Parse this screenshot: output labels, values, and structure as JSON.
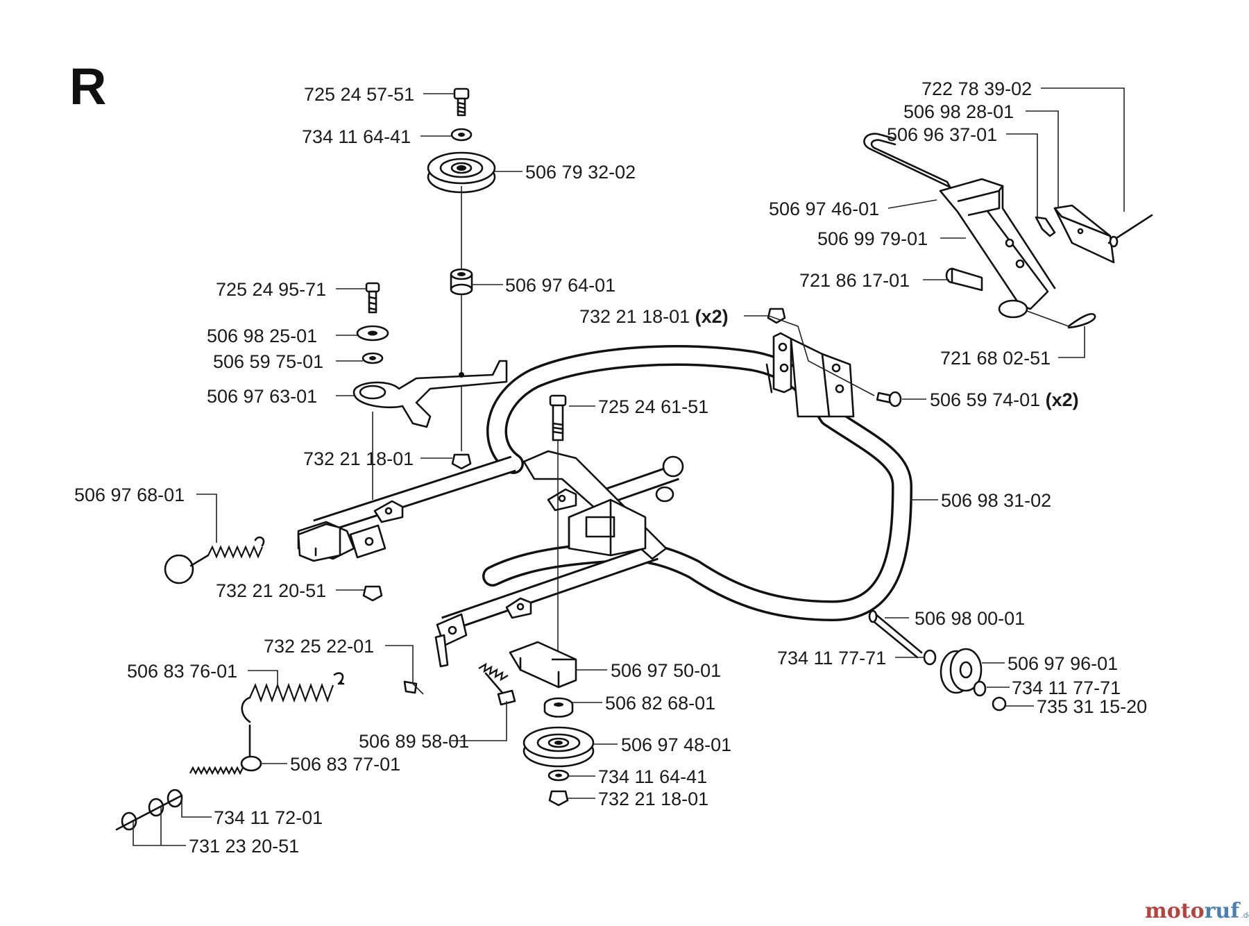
{
  "diagram": {
    "section_letter": "R",
    "labels": [
      {
        "id": "l01",
        "text": "725 24 57-51"
      },
      {
        "id": "l02",
        "text": "734 11 64-41"
      },
      {
        "id": "l03",
        "text": "506 79 32-02"
      },
      {
        "id": "l04",
        "text": "506 97 64-01"
      },
      {
        "id": "l05",
        "text": "725 24 95-71"
      },
      {
        "id": "l06",
        "text": "506 98 25-01"
      },
      {
        "id": "l07",
        "text": "506 59 75-01"
      },
      {
        "id": "l08",
        "text": "506 97 63-01"
      },
      {
        "id": "l09",
        "text": "732 21 18-01"
      },
      {
        "id": "l10",
        "text": "506 97 68-01"
      },
      {
        "id": "l11",
        "text": "732 21 20-51"
      },
      {
        "id": "l12",
        "text": "732 25 22-01"
      },
      {
        "id": "l13",
        "text": "506 83 76-01"
      },
      {
        "id": "l14",
        "text": "506 89 58-01"
      },
      {
        "id": "l15",
        "text": "506 83 77-01"
      },
      {
        "id": "l16",
        "text": "734 11 72-01"
      },
      {
        "id": "l17",
        "text": "731 23 20-51"
      },
      {
        "id": "l18",
        "text": "725 24 61-51"
      },
      {
        "id": "l19",
        "text": "506 97 50-01"
      },
      {
        "id": "l20",
        "text": "506 82 68-01"
      },
      {
        "id": "l21",
        "text": "506 97 48-01"
      },
      {
        "id": "l22",
        "text": "734 11 64-41"
      },
      {
        "id": "l23",
        "text": "732 21 18-01"
      },
      {
        "id": "l24",
        "text": "722 78 39-02"
      },
      {
        "id": "l25",
        "text": "506 98 28-01"
      },
      {
        "id": "l26",
        "text": "506 96 37-01"
      },
      {
        "id": "l27",
        "text": "506 97 46-01"
      },
      {
        "id": "l28",
        "text": "506 99 79-01"
      },
      {
        "id": "l29",
        "text": "721 86 17-01"
      },
      {
        "id": "l30",
        "text": "732 21 18-01",
        "suffix": "(x2)"
      },
      {
        "id": "l31",
        "text": "721 68 02-51"
      },
      {
        "id": "l32",
        "text": "506 59 74-01",
        "suffix": "(x2)"
      },
      {
        "id": "l33",
        "text": "506 98 31-02"
      },
      {
        "id": "l34",
        "text": "506 98 00-01"
      },
      {
        "id": "l35",
        "text": "734 11 77-71"
      },
      {
        "id": "l36",
        "text": "506 97 96-01"
      },
      {
        "id": "l37",
        "text": "734 11 77-71"
      },
      {
        "id": "l38",
        "text": "735 31 15-20"
      }
    ]
  },
  "watermark": {
    "part1": "moto",
    "part2": "ruf",
    "part3": ".de",
    "colors": {
      "red": "#b7433d",
      "blue": "#4a7fb3"
    }
  }
}
